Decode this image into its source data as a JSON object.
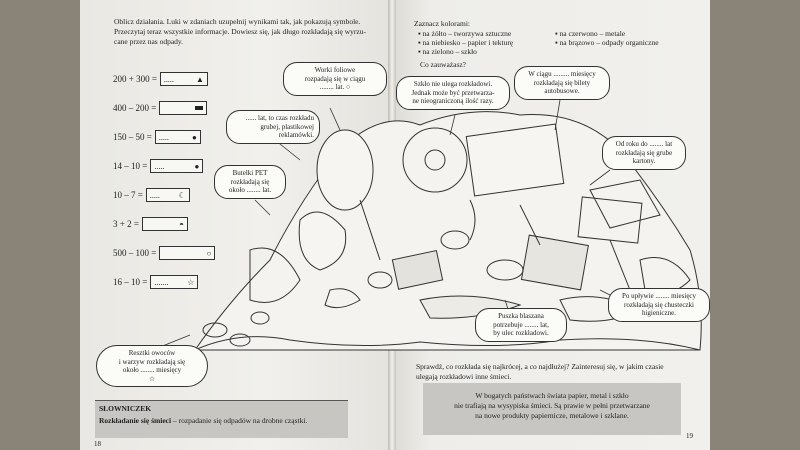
{
  "left_page": {
    "instruction_lines": [
      "Oblicz działania. Luki w zdaniach uzupełnij wynikami tak, jak pokazują symbole.",
      "Przeczytaj teraz wszystkie informacje. Dowiesz się, jak długo rozkładają się wyrzu-",
      "cane przez nas odpady."
    ],
    "equations": [
      {
        "expr": "200 + 300 =",
        "box": ".....",
        "symbol": "triangle"
      },
      {
        "expr": "400 – 200 =",
        "box": "",
        "symbol": "bar"
      },
      {
        "expr": "150 – 50 =",
        "box": ".....",
        "symbol": "circle"
      },
      {
        "expr": "14 – 10 =",
        "box": ".....",
        "symbol": "circle"
      },
      {
        "expr": "10 – 7 =",
        "box": ".....",
        "symbol": "moon"
      },
      {
        "expr": "3 + 2 =",
        "box": "",
        "symbol": "half"
      },
      {
        "expr": "500 – 100 =",
        "box": "",
        "symbol": "ring"
      },
      {
        "expr": "16 – 10 =",
        "box": ".......",
        "symbol": "star"
      }
    ],
    "bubbles": {
      "foil": [
        "Worki foliowe",
        "rozpadają się w ciągu",
        "........ lat."
      ],
      "cans": [
        "...... lat, to czas rozkładu",
        "grubej, plastikowej",
        "reklamówki."
      ],
      "pet": [
        "Butelki PET",
        "rozkładają się",
        "około ........ lat."
      ],
      "fruit": [
        "Resztki owoców",
        "i warzyw rozkładają się",
        "około ........ miesięcy"
      ]
    },
    "dictionary_title": "SŁOWNICZEK",
    "dictionary_term": "Rozkładanie się śmieci",
    "dictionary_definition": " – rozpadanie się odpadów na drobne cząstki.",
    "page_number": "18"
  },
  "right_page": {
    "colors_title": "Zaznacz kolorami:",
    "colors_left": [
      "na żółto – tworzywa sztuczne",
      "na niebiesko – papier i tekturę",
      "na zielono – szkło"
    ],
    "colors_right": [
      "na czerwono – metale",
      "na brązowo – odpady organiczne"
    ],
    "question": "Co zauważasz?",
    "bubbles": {
      "glass": [
        "Szkło nie ulega rozkładowi.",
        "Jednak może być przetwarza-",
        "ne nieograniczoną ilość razy."
      ],
      "tickets": [
        "W ciągu ......... miesięcy",
        "rozkładają się bilety",
        "autobusowe."
      ],
      "boxes": [
        "Od roku do ........ lat",
        "rozkładają się grube",
        "kartony."
      ],
      "tin": [
        "Puszka blaszana",
        "potrzebuje ........ lat,",
        "by ulec rozkładowi."
      ],
      "tissues": [
        "Po upływie ........ miesięcy",
        "rozkładają się chusteczki",
        "higieniczne."
      ]
    },
    "check_lines": [
      "Sprawdź, co rozkłada się najkrócej, a co najdłużej? Zainteresuj się, w jakim czasie",
      "ulegają rozkładowi inne śmieci."
    ],
    "info_lines": [
      "W bogatych państwach świata papier, metal i szkło",
      "nie trafiają na wysypiska śmieci. Są prawie w pełni przetwarzane",
      "na nowe produkty papiernicze, metalowe i szklane."
    ],
    "page_number": "19"
  }
}
